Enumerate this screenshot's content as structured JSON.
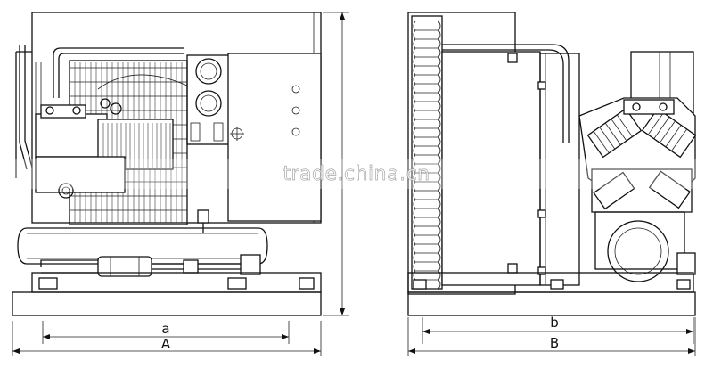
{
  "dimensions": {
    "front_inner_width": "a",
    "front_overall_width": "A",
    "side_inner_width": "b",
    "side_overall_width": "B"
  },
  "watermark": "trade.china.cn"
}
